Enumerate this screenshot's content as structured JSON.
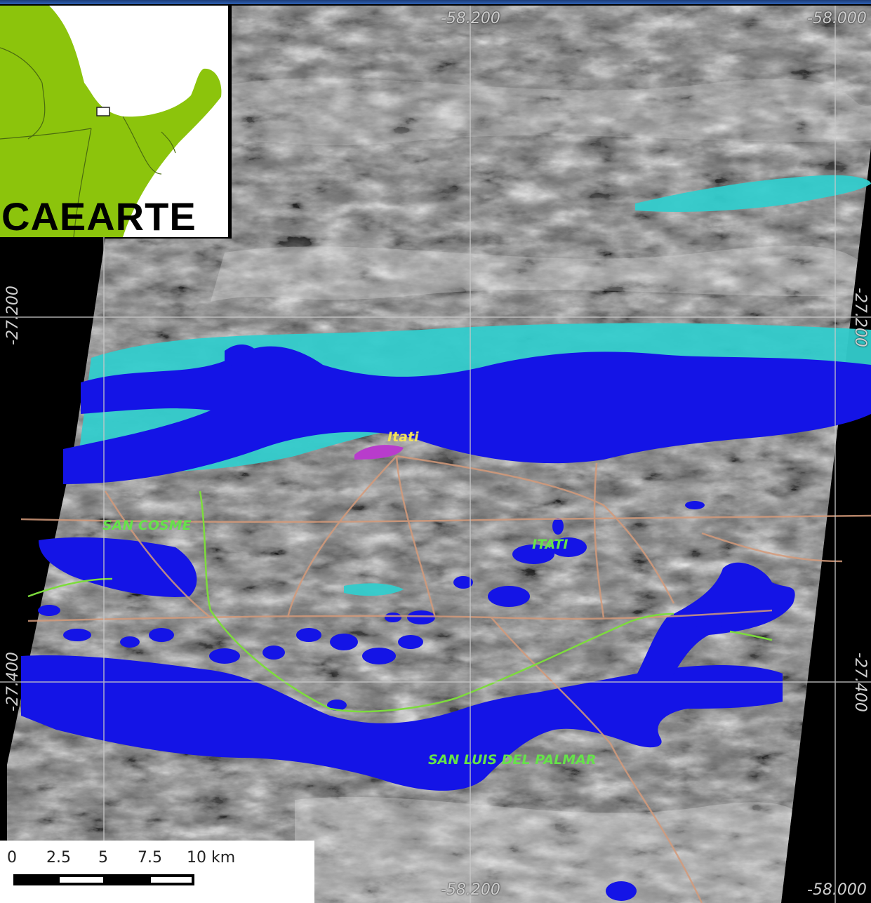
{
  "map": {
    "grid": {
      "lon_top_left": "-58.200",
      "lon_top_right": "-58.000",
      "lon_bottom_left": "-58.200",
      "lon_bottom_right": "-58.000",
      "lat_upper_left": "-27.200",
      "lat_upper_right": "-27.200",
      "lat_lower_left": "-27.400",
      "lat_lower_right": "-27.400"
    },
    "places": {
      "itati_river": "Itati",
      "itati_lagoons": "ITATI",
      "san_cosme": "SAN COSME",
      "san_luis": "SAN LUIS DEL PALMAR"
    },
    "colors": {
      "water_permanent": "#1414e6",
      "water_flooded": "#33cccc",
      "urban": "#b83ccc",
      "roads": "#d49a7a",
      "boundary": "#7ddc3c",
      "inset_land": "#8cc40c"
    }
  },
  "inset": {
    "label": "CAEARTE"
  },
  "scalebar": {
    "ticks": [
      "0",
      "2.5",
      "5",
      "7.5",
      "10 km"
    ]
  }
}
